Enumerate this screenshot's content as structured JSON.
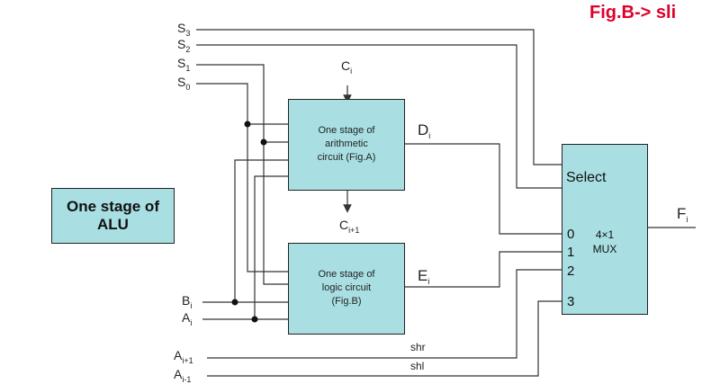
{
  "header": {
    "fig_title": "Fig.B-> sli"
  },
  "alu_label": {
    "line1": "One stage of",
    "line2": "ALU"
  },
  "inputs": {
    "s3": {
      "base": "S",
      "sub": "3"
    },
    "s2": {
      "base": "S",
      "sub": "2"
    },
    "s1": {
      "base": "S",
      "sub": "1"
    },
    "s0": {
      "base": "S",
      "sub": "0"
    },
    "bi": {
      "base": "B",
      "sub": "i"
    },
    "ai": {
      "base": "A",
      "sub": "i"
    },
    "ai_plus": {
      "base": "A",
      "sub": "i+1"
    },
    "ai_minus": {
      "base": "A",
      "sub": "i-1"
    },
    "ci": {
      "base": "C",
      "sub": "i"
    },
    "ci_next": {
      "base": "C",
      "sub": "i+1"
    }
  },
  "arith_box": {
    "line1": "One stage of",
    "line2": "arithmetic",
    "line3": "circuit (Fig.A)"
  },
  "logic_box": {
    "line1": "One stage of",
    "line2": "logic circuit",
    "line3": "(Fig.B)"
  },
  "outputs": {
    "di": {
      "base": "D",
      "sub": "i"
    },
    "ei": {
      "base": "E",
      "sub": "i"
    },
    "fi": {
      "base": "F",
      "sub": "i"
    }
  },
  "shift_labels": {
    "shr": "shr",
    "shl": "shl"
  },
  "mux": {
    "select_label": "Select",
    "ports": [
      "0",
      "1",
      "2",
      "3"
    ],
    "name_line1": "4×1",
    "name_line2": "MUX"
  },
  "colors": {
    "block_fill": "#a9dfe3",
    "wire": "#333333",
    "fig_title": "#e0002a"
  }
}
